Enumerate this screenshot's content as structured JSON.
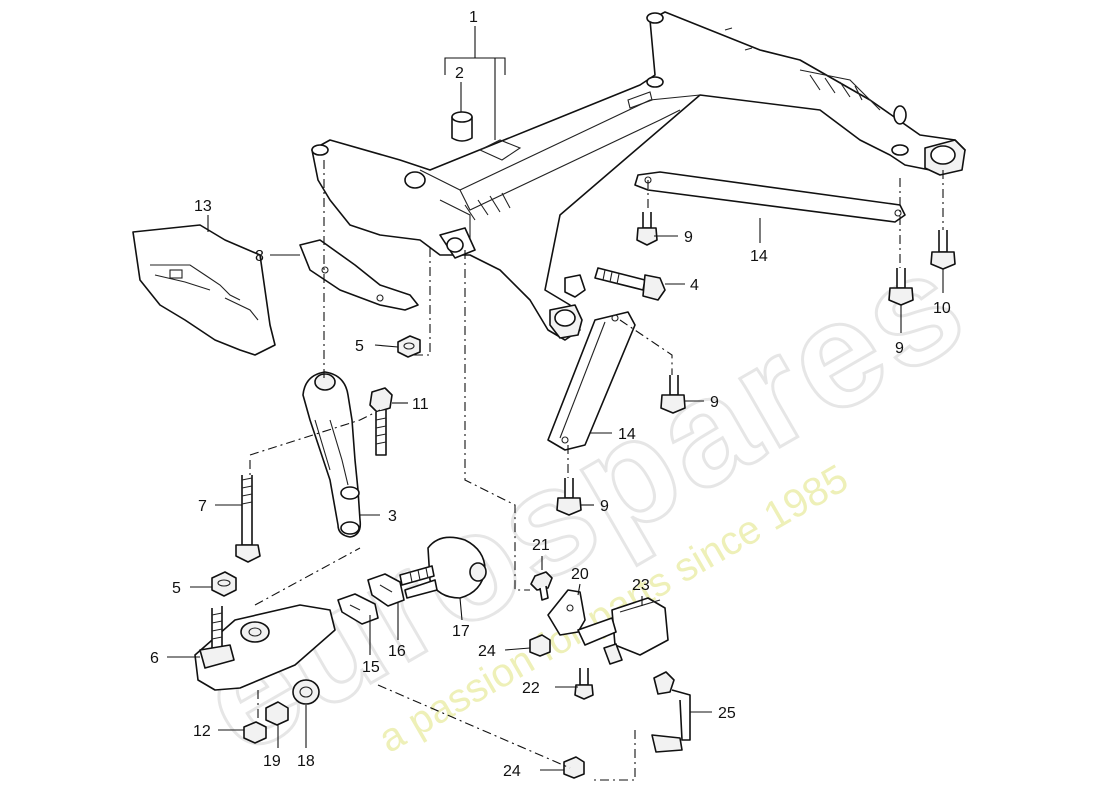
{
  "watermark": {
    "brand": "eurospares",
    "tagline": "a passion for parts since 1985"
  },
  "callouts": [
    "1",
    "2",
    "3",
    "4",
    "5",
    "5",
    "6",
    "7",
    "8",
    "9",
    "9",
    "9",
    "9",
    "10",
    "11",
    "12",
    "13",
    "14",
    "14",
    "15",
    "16",
    "17",
    "18",
    "19",
    "20",
    "21",
    "22",
    "23",
    "24",
    "24",
    "25"
  ]
}
